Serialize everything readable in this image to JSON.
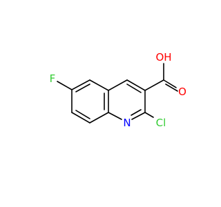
{
  "molecule": {
    "atoms": {
      "oxygen_hydroxyl": {
        "label": "OH",
        "color": "#ff0000"
      },
      "oxygen_carbonyl": {
        "label": "O",
        "color": "#ff0000"
      },
      "fluorine": {
        "label": "F",
        "color": "#33cc33"
      },
      "nitrogen": {
        "label": "N",
        "color": "#0000ff"
      },
      "chlorine": {
        "label": "Cl",
        "color": "#33cc33"
      }
    }
  }
}
